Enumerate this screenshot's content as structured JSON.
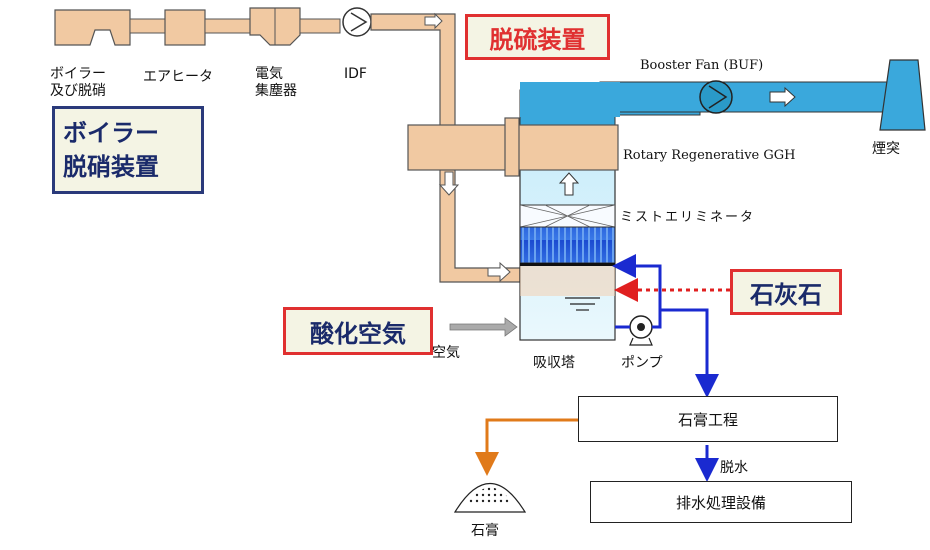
{
  "equipment": {
    "boiler": "ボイラー\n及び脱硝",
    "air_heater": "エアヒータ",
    "esp": "電気\n集塵器",
    "idf": "IDF",
    "booster_fan": "Booster Fan (BUF)",
    "ggh": "Rotary  Regenerative  GGH",
    "stack": "煙突",
    "mist_eliminator": "ミストエリミネータ",
    "absorber": "吸収塔",
    "pump": "ポンプ",
    "air": "空気",
    "gypsum_process": "石膏工程",
    "dewatering": "脱水",
    "wastewater": "排水処理設備",
    "gypsum": "石膏"
  },
  "callouts": {
    "desulfurization": "脱硫装置",
    "boiler_denox": "ボイラー\n脱硝装置",
    "limestone": "石灰石",
    "oxidation_air": "酸化空気"
  },
  "colors": {
    "flue_duct": "#f1c9a2",
    "clean_duct": "#3aa8dc",
    "absorber": "#dff3fb",
    "pipe": "#1a2ad0",
    "gypsum_line": "#e07a1a",
    "limestone_line": "#e02020",
    "callout_red": "#e03030",
    "callout_blue": "#2a3a7a"
  }
}
